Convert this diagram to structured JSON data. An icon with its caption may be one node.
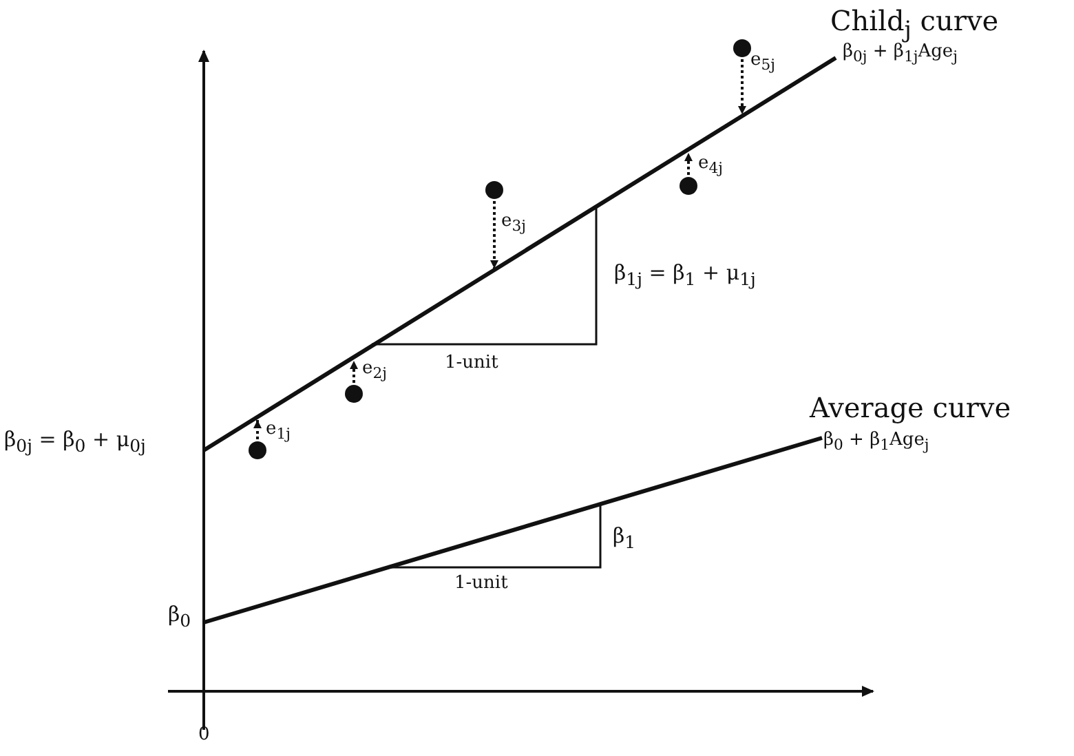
{
  "diagram": {
    "labels": [
      "Child$_{j}$ curve",
      "β$_{0j}$ + β$_{1j}$Age$_{j}$",
      "e$_{5j}$",
      "e$_{4j}$",
      "e$_{3j}$",
      "β$_{1j}$ = β$_{1}$ + μ$_{1j}$",
      "e$_{2j}$",
      "1-unit",
      "β$_{0j}$ = β$_{0}$ + μ$_{0j}$",
      "e$_{1j}$",
      "Average curve",
      "β$_{0}$ + β$_{1}$Age$_{j}$",
      "β$_{1}$",
      "1-unit",
      "β$_{0}$",
      "0"
    ]
  }
}
